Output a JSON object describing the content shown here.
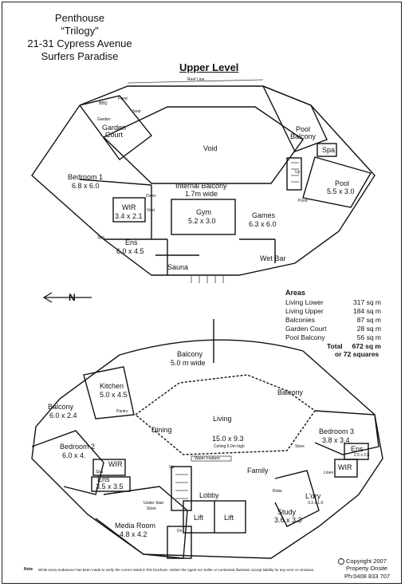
{
  "header": {
    "line1": "Penthouse",
    "line2": "“Trilogy”",
    "line3": "21-31 Cypress Avenue",
    "line4": "Surfers Paradise"
  },
  "upper": {
    "heading": "Upper Level",
    "reef_line": "Reef Line",
    "void": "Void",
    "garden_court": "Garden\nCourt",
    "pool_balcony": "Pool\nBalcony",
    "spa": "Spa",
    "pool_name": "Pool",
    "pool_dim": "5.5 x 3.0",
    "bedroom1_name": "Bedroom 1",
    "bedroom1_dim": "6.8 x 6.0",
    "internal_balcony": "Internal Balcony",
    "internal_balcony_dim": "1.7m wide",
    "wir_name": "WIR",
    "wir_dim": "3.4 x 2.1",
    "void_small": "Void",
    "gym_name": "Gym",
    "gym_dim": "5.2 x 3.0",
    "games_name": "Games",
    "games_dim": "6.3 x 6.0",
    "pond": "Pond",
    "ens_name": "Ens",
    "ens_dim": "6.0 x 4.5",
    "sauna": "Sauna",
    "wet_bar": "Wet Bar",
    "up": "Up",
    "down": "Down",
    "spa_small": "Spa",
    "bbq": "BBQ",
    "pond_small": "Pond",
    "seat": "Seat",
    "garden_small": "Garden"
  },
  "compass": "N",
  "areas": {
    "heading": "Areas",
    "rows": [
      {
        "label": "Living Lower",
        "value": "317 sq m"
      },
      {
        "label": "Living Upper",
        "value": "184 sq m"
      },
      {
        "label": "Balconies",
        "value": "87 sq m"
      },
      {
        "label": "Garden Court",
        "value": "28 sq m"
      },
      {
        "label": "Pool Balcony",
        "value": "56 sq m"
      }
    ],
    "total_label": "Total",
    "total_value": "672 sq m",
    "squares": "or 72 squares"
  },
  "lower": {
    "balcony_name": "Balcony",
    "balcony_dim": "5.0 m wide",
    "balcony_right": "Balcony",
    "kitchen_name": "Kitchen",
    "kitchen_dim": "5.0 x 4.5",
    "pantry": "Pantry",
    "balcony_left_name": "Balcony",
    "balcony_left_dim": "6.0 x 2.4",
    "dining": "Dining",
    "living": "Living",
    "living_dim": "15.0 x 9.3",
    "ceiling": "Ceiling 6.0m high",
    "water_feature": "Water Feature",
    "bedroom3_name": "Bedroom 3",
    "bedroom3_dim": "3.8 x 3.4",
    "ens3_name": "Ens",
    "ens3_dim": "2.5 x 2.0",
    "store": "Store",
    "wir3": "WIR",
    "bedroom2_name": "Bedroom 2",
    "bedroom2_dim": "6.0 x 4.",
    "wir2": "WIR",
    "ens2_name": "Ens",
    "ens2_dim": "3.5 x 3.5",
    "family": "Family",
    "linen": "Linen",
    "lobby": "Lobby",
    "lift_a": "Lift",
    "lift_b": "Lift",
    "under_stair": "Under Stair",
    "store_small": "Store",
    "media_name": "Media Room",
    "media_dim": "4.8 x 4.2",
    "study_name": "Study",
    "study_dim": "3.6 x 3.3",
    "laundry_name": "L'dry",
    "laundry_dim": "3.3 x 1.9",
    "up": "Up",
    "dn": "Dn",
    "robe": "Robe",
    "spa_small": "Spa"
  },
  "footer": {
    "copyright": "Copyright 2007",
    "company": "Property Onsite",
    "phone": "Ph:0408 833 707",
    "note_label": "Note",
    "note": "While every endeavour has been made to verify the correct detail in this brochure, neither the Agent nor Seller or contracted illustrator accept liability for any error or omission."
  }
}
